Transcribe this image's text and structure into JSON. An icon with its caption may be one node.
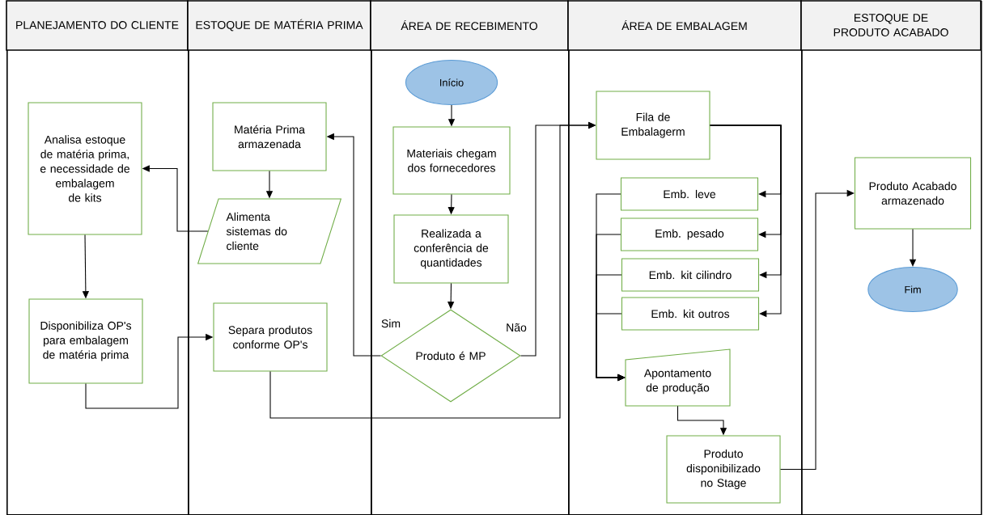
{
  "diagram": {
    "nodes": [
      {
        "text": [
          "PLANEJAMENTO DO CLIENTE"
        ]
      },
      {
        "text": [
          "ESTOQUE DE MATÉRIA PRIMA"
        ]
      },
      {
        "text": [
          "ÁREA DE RECEBIMENTO"
        ]
      },
      {
        "text": [
          "ÁREA DE EMBALAGEM"
        ]
      },
      {
        "text": [
          "ESTOQUE DE PRODUTO ACABADO"
        ]
      },
      {
        "text": [
          "Início"
        ],
        "in": 2
      },
      {
        "text": [
          "Analisa estoque de matéria prima, e necessidade de embalagem de kits"
        ],
        "in": 0
      },
      {
        "text": [
          "Matéria Prima armazenada"
        ],
        "in": 1
      },
      {
        "text": [
          "Materiais chegam dos fornecedores"
        ],
        "in": 2
      },
      {
        "text": [
          "Fila de Embalagerm"
        ],
        "in": 3
      },
      {
        "text": [
          "Alimenta sistemas do cliente"
        ],
        "in": 1
      },
      {
        "text": [
          "Realizada a conferência de quantidades"
        ],
        "in": 2
      },
      {
        "text": [
          "Emb. leve"
        ],
        "in": 3
      },
      {
        "text": [
          "Emb. pesado"
        ],
        "in": 3
      },
      {
        "text": [
          "Emb. kit cilindro"
        ],
        "in": 3
      },
      {
        "text": [
          "Emb. kit outros"
        ],
        "in": 3
      },
      {
        "text": [
          "Produto Acabado armazenado"
        ],
        "in": 4
      },
      {
        "text": [
          "Disponibiliza OP's para embalagem de matéria prima"
        ],
        "in": 0
      },
      {
        "text": [
          "Separa produtos conforme OP's"
        ],
        "in": 1
      },
      {
        "text": [
          "Produto é MP"
        ],
        "in": 2
      },
      {
        "text": [
          "Fim"
        ],
        "in": 4
      },
      {
        "text": [
          "Apontamento de produção"
        ],
        "in": 3
      },
      {
        "text": [
          "Produto disponibilizado no Stage"
        ],
        "in": 3
      }
    ],
    "edges": [
      {
        "from": 5,
        "to": 8,
        "arrow": "to"
      },
      {
        "from": 8,
        "to": 11,
        "arrow": "to"
      },
      {
        "from": 11,
        "to": 19,
        "arrow": "to"
      },
      {
        "from": 19,
        "to": 7,
        "arrow": "to",
        "label": "Sim"
      },
      {
        "from": 19,
        "to": 9,
        "arrow": "to",
        "label": "Não"
      },
      {
        "from": 7,
        "to": 10,
        "arrow": "to"
      },
      {
        "from": 10,
        "to": 6,
        "arrow": "to"
      },
      {
        "from": 6,
        "to": 17,
        "arrow": "to"
      },
      {
        "from": 17,
        "to": 18,
        "arrow": "to"
      },
      {
        "from": 18,
        "to": 9,
        "arrow": "to"
      },
      {
        "from": 9,
        "to": 12,
        "arrow": "to"
      },
      {
        "from": 9,
        "to": 13,
        "arrow": "to"
      },
      {
        "from": 9,
        "to": 14,
        "arrow": "to"
      },
      {
        "from": 9,
        "to": 15,
        "arrow": "to"
      },
      {
        "from": 12,
        "to": 21,
        "arrow": "to"
      },
      {
        "from": 13,
        "to": 21,
        "arrow": "to"
      },
      {
        "from": 14,
        "to": 21,
        "arrow": "to"
      },
      {
        "from": 15,
        "to": 21,
        "arrow": "to"
      },
      {
        "from": 21,
        "to": 22,
        "arrow": "to"
      },
      {
        "from": 22,
        "to": 16,
        "arrow": "to"
      },
      {
        "from": 16,
        "to": 20,
        "arrow": "to"
      }
    ]
  }
}
